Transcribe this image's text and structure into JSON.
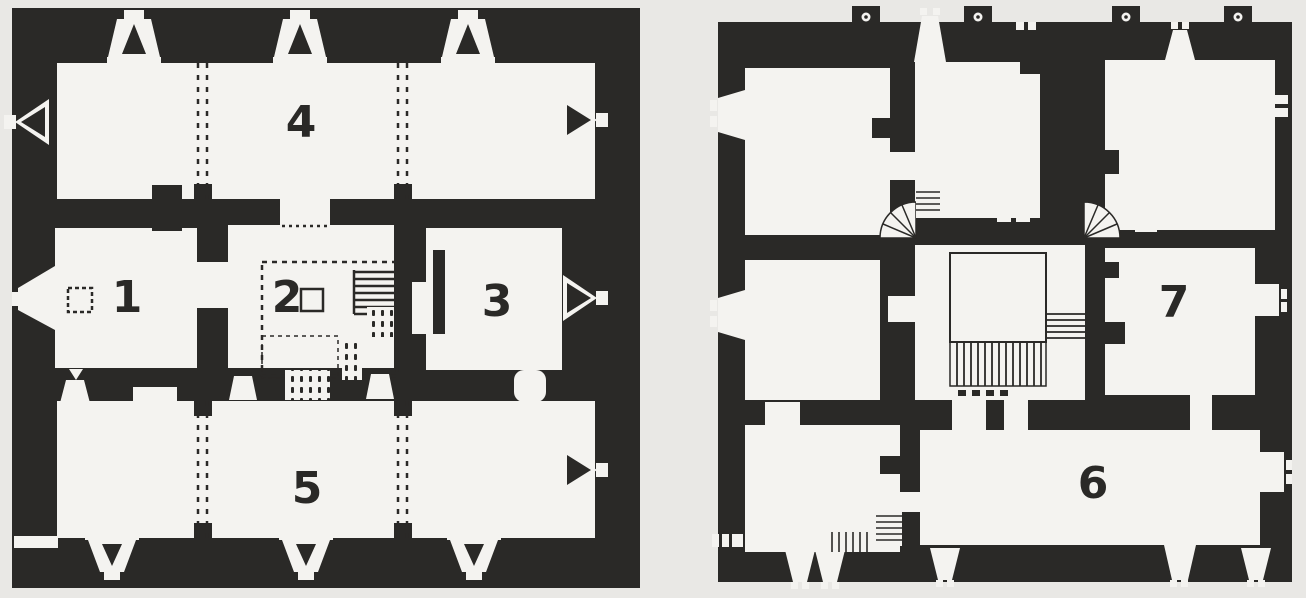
{
  "figure": {
    "type": "architectural-floor-plan-scan",
    "colors": {
      "ink": "#2a2927",
      "floor": "#f4f3f0",
      "paper": "#e9e8e5"
    },
    "left_plan": {
      "rooms": {
        "r1": "1",
        "r2": "2",
        "r3": "3",
        "r4": "4",
        "r5": "5"
      }
    },
    "right_plan": {
      "rooms": {
        "r6": "6",
        "r7": "7"
      }
    }
  }
}
